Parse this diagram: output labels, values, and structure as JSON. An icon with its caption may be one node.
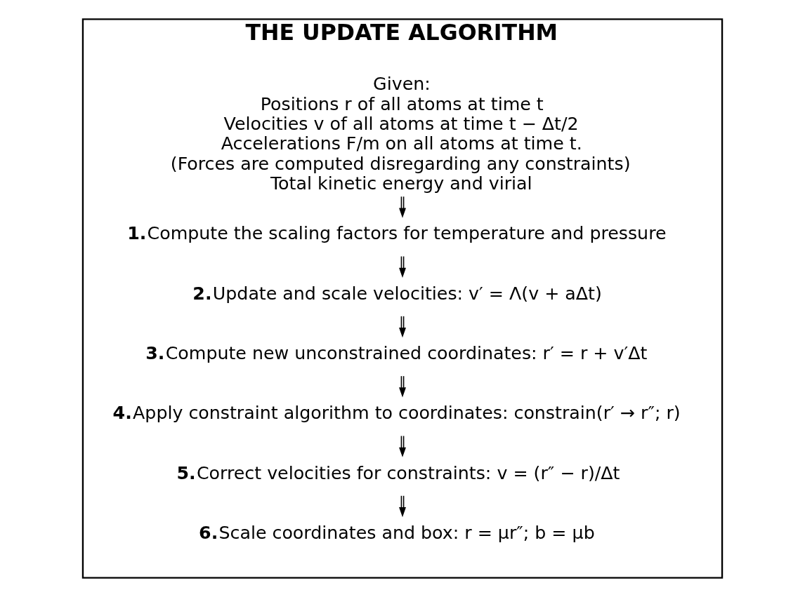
{
  "diagram": {
    "nodes": [
      {
        "text": [
          "THE UPDATE ALGORITHM"
        ]
      },
      {
        "text": [
          "Given:",
          "Positions r of all atoms at time t",
          "Velocities v of all atoms at time t − Δt/2",
          "Accelerations F/m on all atoms at time t.",
          "(Forces are computed disregarding any constraints)",
          "Total kinetic energy and virial"
        ],
        "in": 0
      },
      {
        "text": [
          "1.",
          "Compute the scaling factors for temperature and pressure"
        ],
        "in": 0
      },
      {
        "text": [
          "2.",
          "Update and scale velocities: v′ = Λ(v + aΔt)"
        ],
        "in": 0
      },
      {
        "text": [
          "3.",
          "Compute new unconstrained coordinates: r′ = r + v′Δt"
        ],
        "in": 0
      },
      {
        "text": [
          "4.",
          "Apply constraint algorithm to coordinates: constrain(r′ → r″; r)"
        ],
        "in": 0
      },
      {
        "text": [
          "5.",
          "Correct velocities for constraints: v = (r″ − r)/Δt"
        ],
        "in": 0
      },
      {
        "text": [
          "6.",
          "Scale coordinates and box: r = μr″; b = μb"
        ],
        "in": 0
      }
    ],
    "edges": [
      {
        "from": 1,
        "to": 2,
        "arrow": "to"
      },
      {
        "from": 2,
        "to": 3,
        "arrow": "to"
      },
      {
        "from": 3,
        "to": 4,
        "arrow": "to"
      },
      {
        "from": 4,
        "to": 5,
        "arrow": "to"
      },
      {
        "from": 5,
        "to": 6,
        "arrow": "to"
      },
      {
        "from": 6,
        "to": 7,
        "arrow": "to"
      }
    ]
  }
}
